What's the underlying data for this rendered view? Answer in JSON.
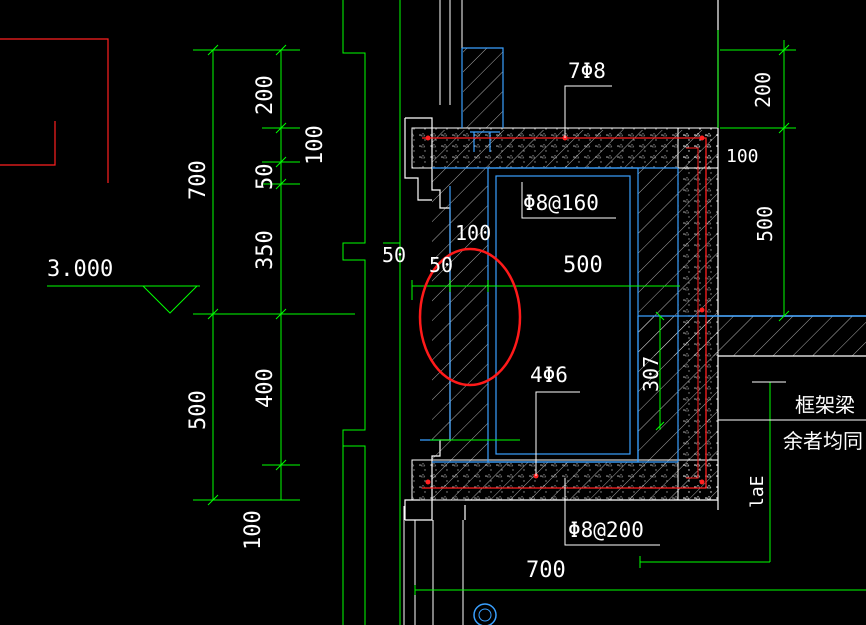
{
  "colors": {
    "background": "#000000",
    "dimension": "#00ff00",
    "rebar": "#ff2020",
    "outline": "#ffffff",
    "member": "#3aa0ff",
    "highlight": "#ff1a1a",
    "text": "#ffffff"
  },
  "labels": {
    "left_total_top": "700",
    "left_total_bottom": "500",
    "left_bottom": "100",
    "seg_200": "200",
    "seg_100": "100",
    "seg_50": "50",
    "seg_350": "350",
    "seg_400": "400",
    "elevation": "3.000",
    "wall_50": "50",
    "inner_50": "50",
    "inner_100": "100",
    "width_500": "500",
    "height_307": "307",
    "top_bars": "7Φ8",
    "stirrup_top": "Φ8@160",
    "side_bars": "4Φ6",
    "stirrup_bottom": "Φ8@200",
    "bottom_700": "700",
    "right_200": "200",
    "right_100": "100",
    "right_500": "500",
    "frame_beam": "框架梁",
    "rest_same": "余者均同",
    "lae": "laE"
  }
}
